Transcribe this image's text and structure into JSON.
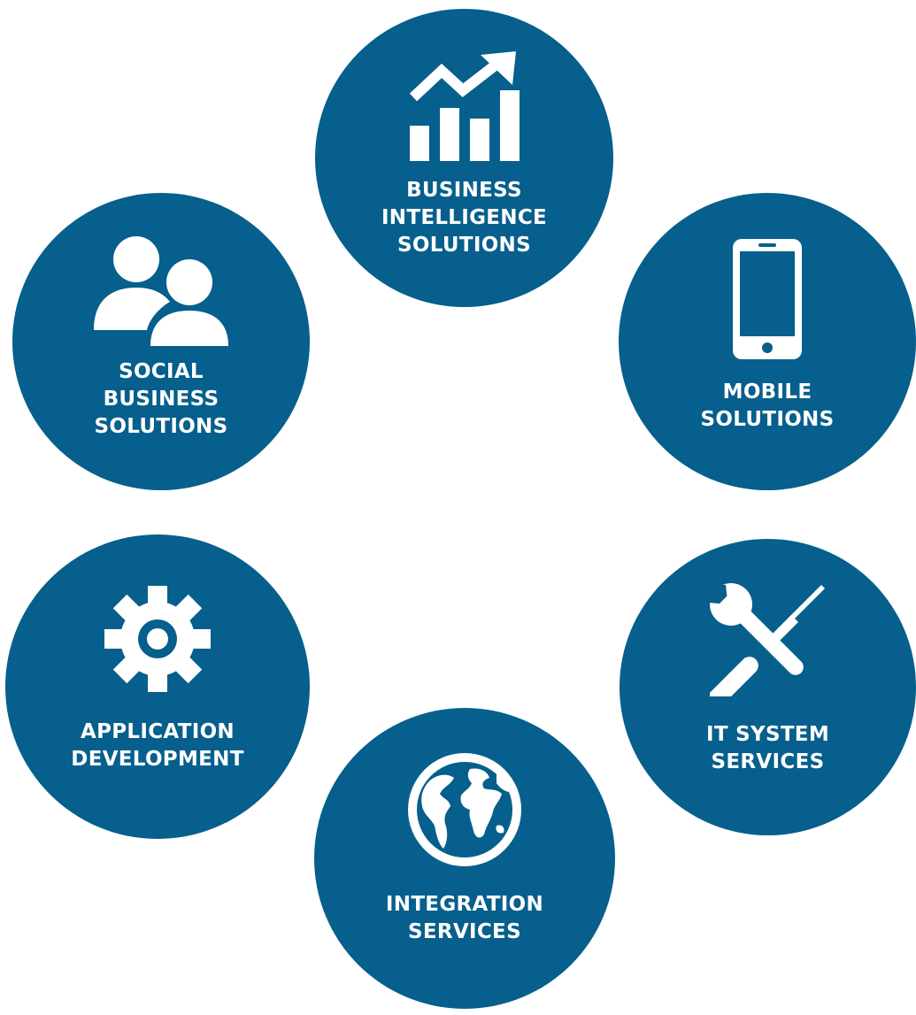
{
  "colors": {
    "circle": "#065f8c",
    "icon": "#ffffff",
    "text": "#ffffff",
    "background": "#ffffff"
  },
  "services": {
    "business_intelligence": {
      "icon": "growth-chart-icon",
      "lines": [
        "BUSINESS",
        "INTELLIGENCE",
        "SOLUTIONS"
      ]
    },
    "social_business": {
      "icon": "users-icon",
      "lines": [
        "SOCIAL",
        "BUSINESS",
        "SOLUTIONS"
      ]
    },
    "mobile": {
      "icon": "smartphone-icon",
      "lines": [
        "MOBILE",
        "SOLUTIONS"
      ]
    },
    "application_development": {
      "icon": "gear-icon",
      "lines": [
        "APPLICATION",
        "DEVELOPMENT"
      ]
    },
    "it_system": {
      "icon": "wrench-screwdriver-icon",
      "lines": [
        "IT SYSTEM",
        "SERVICES"
      ]
    },
    "integration": {
      "icon": "globe-icon",
      "lines": [
        "INTEGRATION",
        "SERVICES"
      ]
    }
  }
}
